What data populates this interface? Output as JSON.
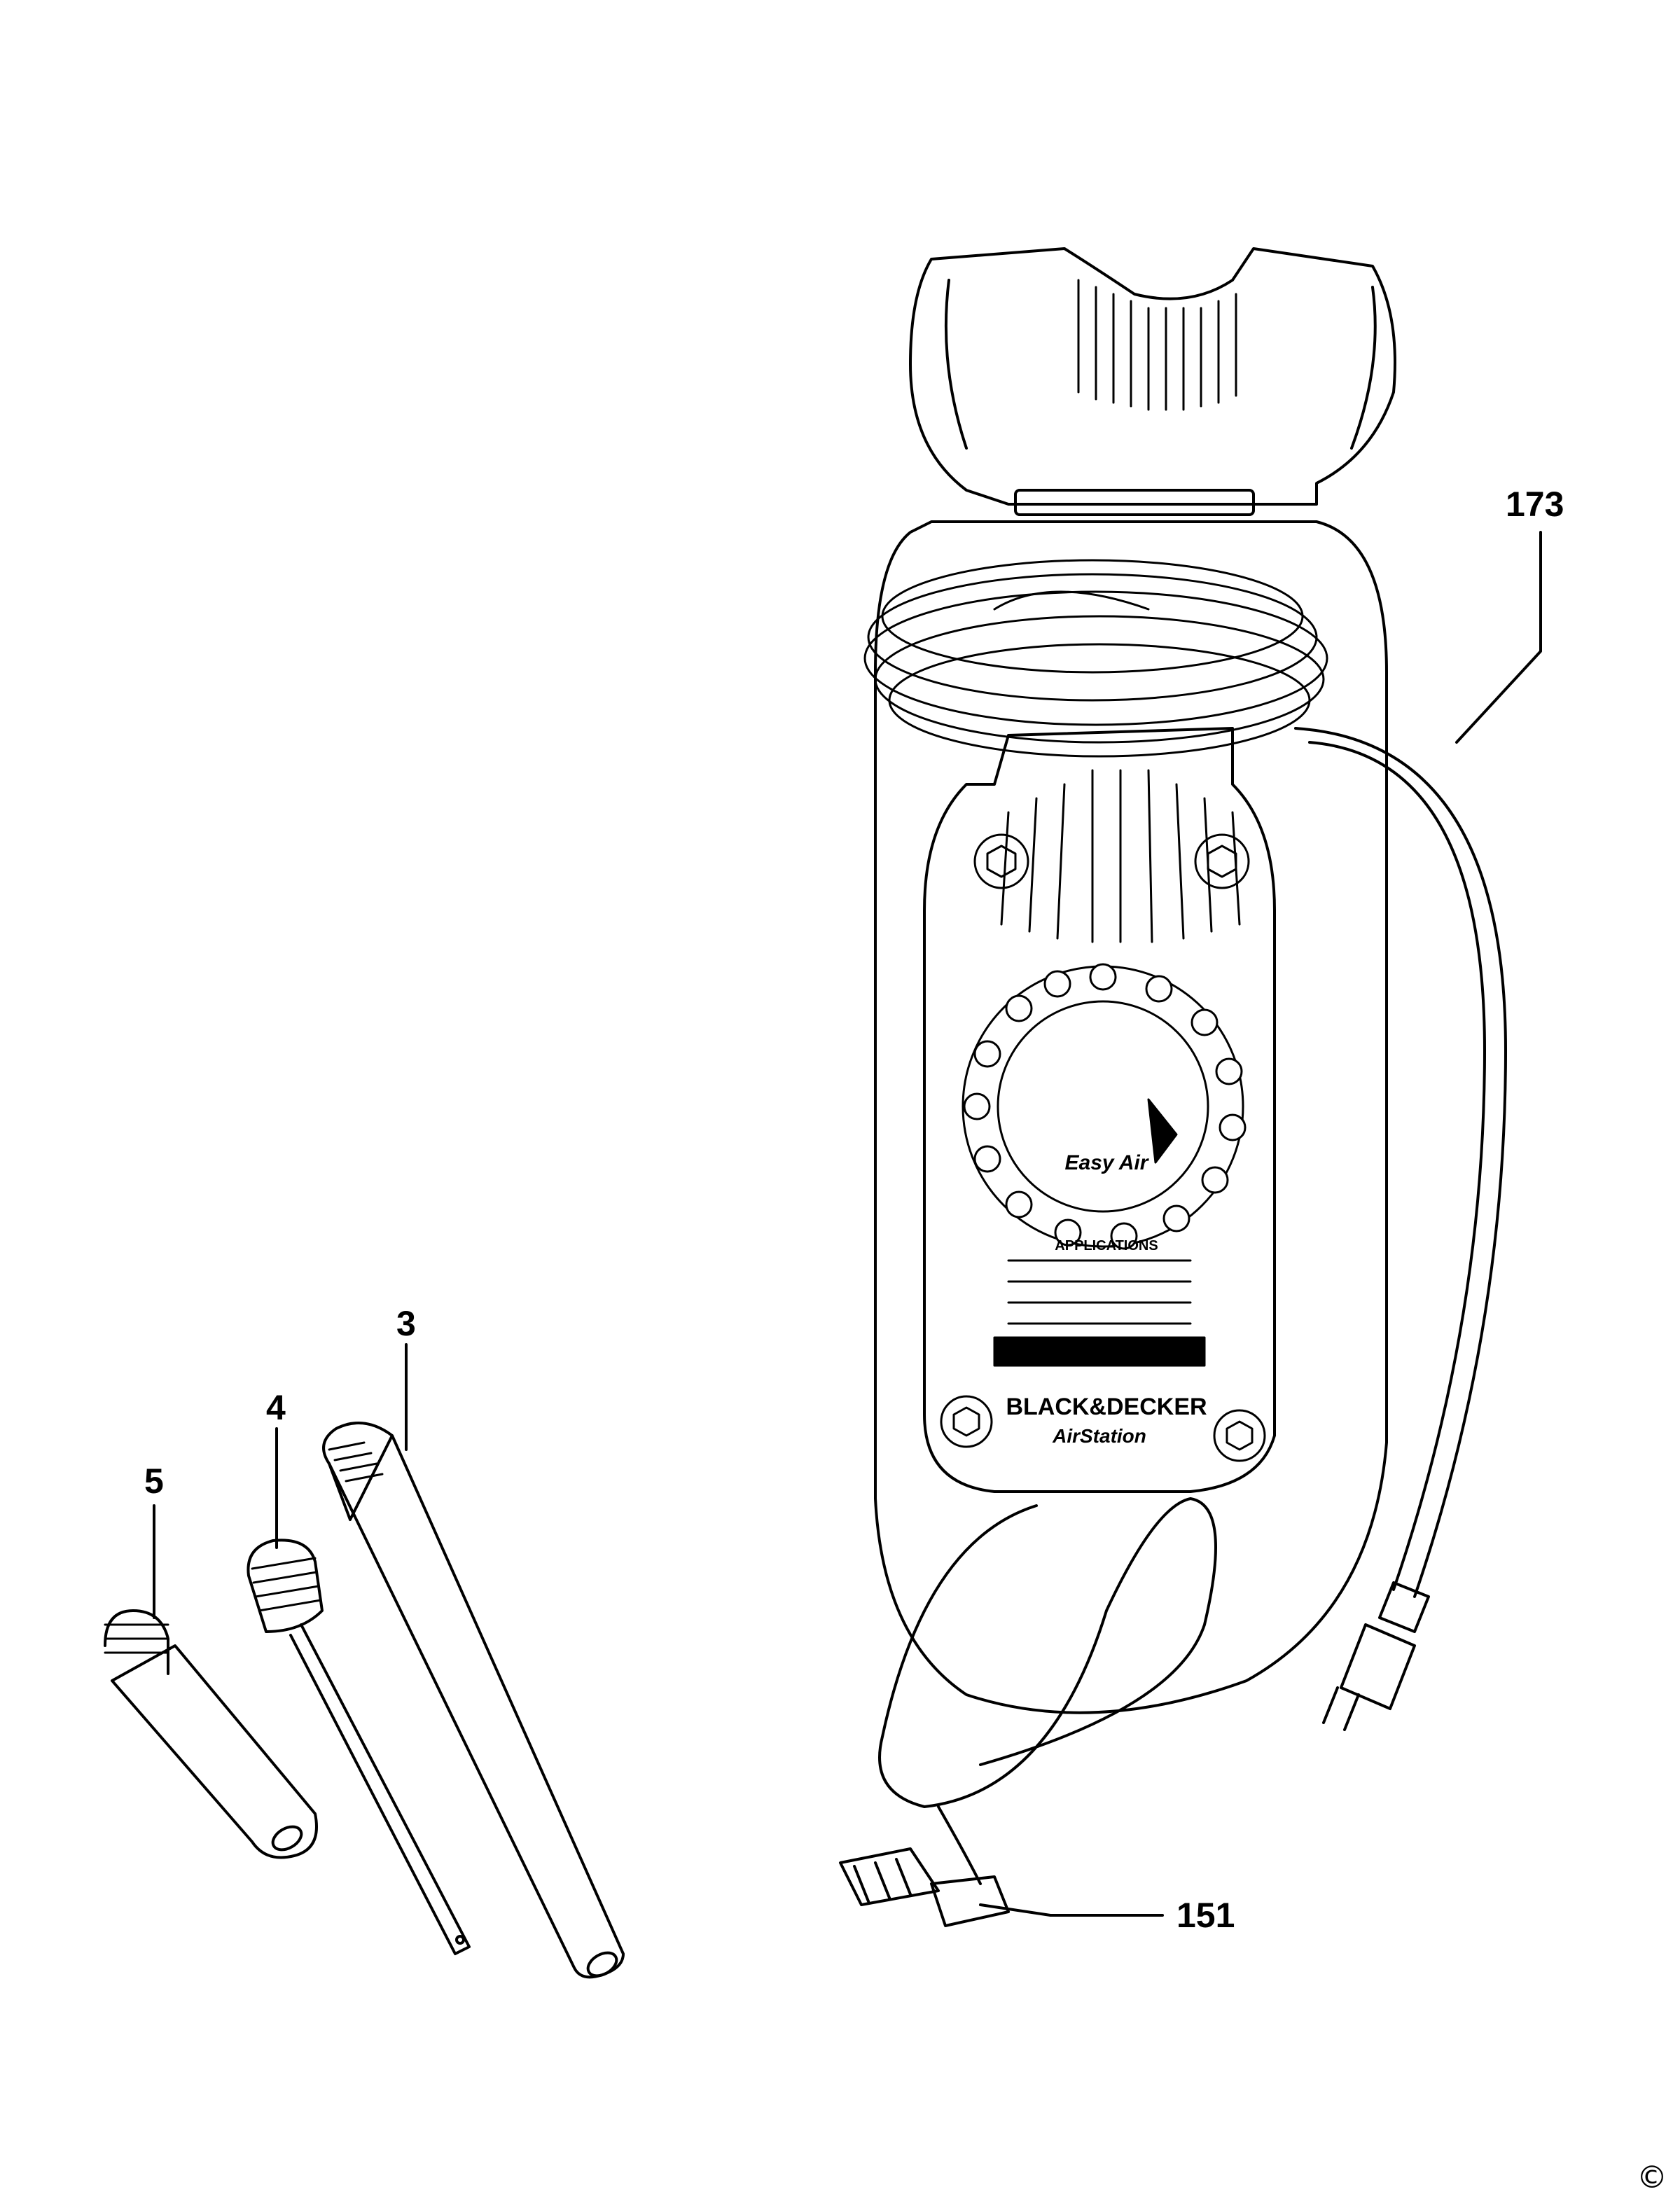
{
  "callouts": {
    "c173": "173",
    "c151": "151",
    "c3": "3",
    "c4": "4",
    "c5": "5"
  },
  "labels": {
    "brand": "BLACK&DECKER",
    "model": "AirStation",
    "dial_brand": "Easy Air",
    "applications_title": "APPLICATIONS"
  },
  "copyright": "©"
}
